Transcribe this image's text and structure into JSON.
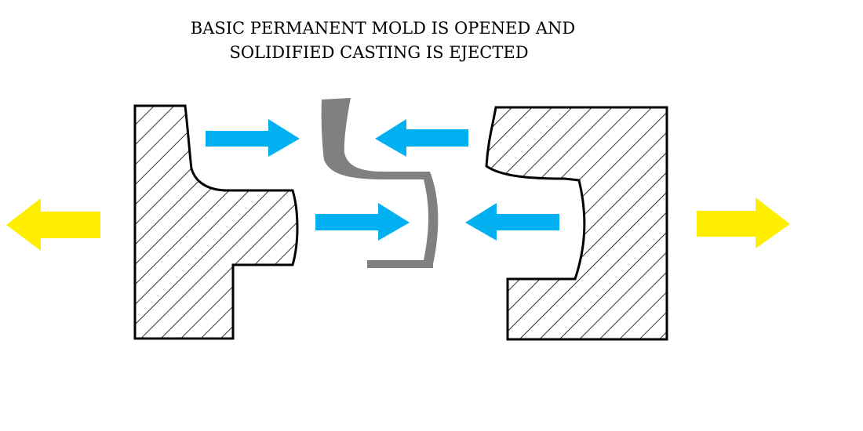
{
  "title": {
    "line1": "BASIC PERMANENT MOLD IS OPENED AND",
    "line2": "SOLIDIFIED CASTING IS EJECTED"
  },
  "colors": {
    "background": "#ffffff",
    "mold_outline": "#000000",
    "hatch": "#000000",
    "casting": "#808080",
    "inward_arrows": "#00b0f0",
    "outward_arrows": "#ffee00"
  },
  "icons": {
    "inward": "arrow-right / arrow-left (blue)",
    "outward": "arrow-left / arrow-right (yellow)"
  }
}
